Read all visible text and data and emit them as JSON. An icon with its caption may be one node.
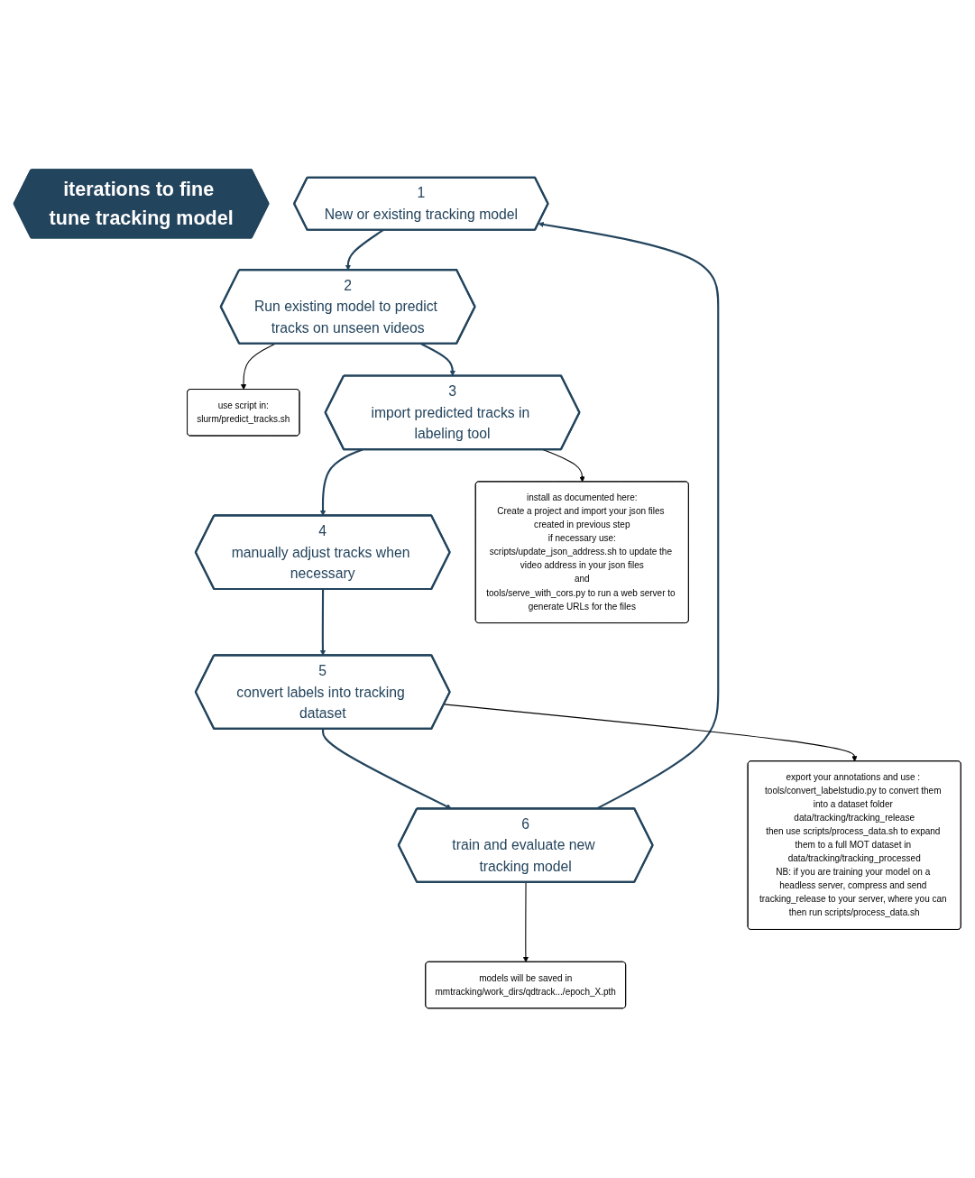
{
  "diagram": {
    "nodes": [
      {
        "text": [
          "models will be saved in",
          "mmtracking/work_dirs/qdtrack.../epoch_X.pth"
        ]
      },
      {
        "text": [
          "1",
          "New or existing tracking model"
        ]
      },
      {
        "text": [
          "use script in:",
          "slurm/predict_tracks.sh"
        ]
      },
      {
        "text": [
          "6",
          "train and evaluate new tracking model"
        ]
      },
      {
        "text": [
          "2",
          "Run existing model to predict tracks on unseen videos"
        ]
      },
      {
        "text": [
          "iterations to fine tune tracking model"
        ]
      },
      {
        "text": [
          "5",
          "convert labels into tracking dataset"
        ]
      },
      {
        "text": [
          "3",
          "import predicted tracks in labeling tool"
        ]
      },
      {
        "text": [
          "4",
          "manually adjust tracks when necessary"
        ]
      },
      {
        "text": [
          "export your annotations and use : tools/convert_labelstudio.py to convert them into a dataset folder data/tracking/tracking_release",
          "then use scripts/process_data.sh to expand them to a full MOT dataset in data/tracking/tracking_processed",
          "NB: if you are training your model on a headless server, compress and send tracking_release to your server, where you can then run scripts/process_data.sh"
        ]
      },
      {
        "text": [
          "install as documented here:",
          "Create a project and import your json files created in previous step",
          "if necessary use:",
          "scripts/update_json_address.sh to update the video address in your json files",
          "and",
          "tools/serve_with_cors.py to run a web server to generate URLs for the files"
        ]
      }
    ],
    "edges": [
      {
        "from": 1,
        "to": 4,
        "arrow": "to"
      },
      {
        "from": 4,
        "to": 7,
        "arrow": "to"
      },
      {
        "from": 7,
        "to": 8,
        "arrow": "to"
      },
      {
        "from": 8,
        "to": 6,
        "arrow": "to"
      },
      {
        "from": 6,
        "to": 3,
        "arrow": "to"
      },
      {
        "from": 3,
        "to": 1,
        "arrow": "to"
      },
      {
        "from": 3,
        "to": 0,
        "arrow": "to",
        "color": "#000000"
      },
      {
        "from": 4,
        "to": 2,
        "arrow": "to",
        "color": "#000000"
      },
      {
        "from": 6,
        "to": 9,
        "arrow": "to",
        "color": "#000000"
      },
      {
        "from": 7,
        "to": 10,
        "arrow": "to",
        "color": "#000000"
      }
    ]
  }
}
